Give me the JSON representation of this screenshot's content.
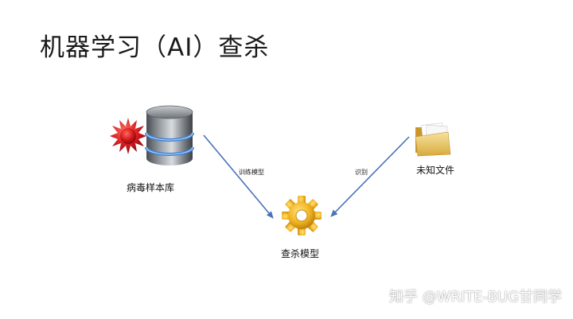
{
  "title": "机器学习（AI）查杀",
  "nodes": {
    "sample_db": {
      "label": "病毒样本库",
      "icon": "database-virus-icon"
    },
    "unknown_file": {
      "label": "未知文件",
      "icon": "folder-icon"
    },
    "kill_model": {
      "label": "查杀模型",
      "icon": "gear-icon"
    }
  },
  "edges": {
    "train": {
      "label": "训练模型"
    },
    "identify": {
      "label": "识别"
    }
  },
  "watermark": "知乎 @WRITE-BUG甘同学",
  "colors": {
    "arrow": "#4a72b8",
    "virus": "#c8151b",
    "gear": "#f0b21f",
    "folder": "#f0d27a",
    "db_blue": "#3f7fd4"
  }
}
